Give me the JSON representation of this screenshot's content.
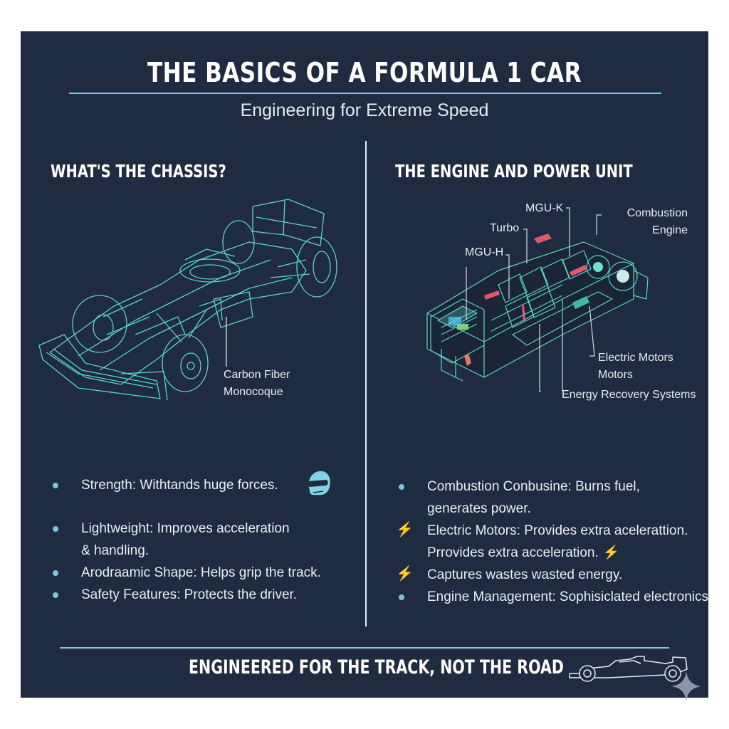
{
  "header": {
    "title": "THE BASICS OF A FORMULA 1 CAR",
    "subtitle": "Engineering for Extreme Speed"
  },
  "colors": {
    "background": "#1f2b40",
    "accent_line": "#7fc3dc",
    "blueprint_cyan": "#5fd3c6",
    "text": "#ffffff"
  },
  "chassis": {
    "heading": "WHAT'S THE CHASSIS?",
    "callout_line1": "Carbon Fiber",
    "callout_line2": "Monocoque",
    "items": [
      {
        "text": "Strength: Withtands huge forces.",
        "bullet": "dot"
      },
      {
        "text": "Lightweight: Improves acceleration & handling.",
        "line1": "Lightweight: Improves acceleration",
        "line2": "& handling.",
        "bullet": "dot"
      },
      {
        "text": "Arodraamic Shape: Helps grip the track.",
        "bullet": "dot"
      },
      {
        "text": "Safety Features: Protects the driver.",
        "bullet": "dot"
      }
    ],
    "icon": "helmet-icon"
  },
  "engine": {
    "heading": "THE ENGINE AND POWER UNIT",
    "callouts": {
      "mgu_k": "MGU-K",
      "turbo": "Turbo",
      "mgu_h": "MGU-H",
      "combustion_line1": "Combustion",
      "combustion_line2": "Engine",
      "electric_line1": "Electric Motors",
      "electric_line2": "Motors",
      "ers": "Energy Recovery Systems"
    },
    "items": [
      {
        "line1": "Combustion Conbusine: Burns fuel,",
        "line2": "generates power.",
        "bullet": "dot"
      },
      {
        "line1": "Electric Motors: Provides extra acelerattion.",
        "line2": "Prrovides extra acceleration.",
        "bullet": "bolt"
      },
      {
        "line1": "Captures wastes wasted energy.",
        "bullet": "bolt"
      },
      {
        "line1": "Engine Management: Sophisiclated electronics",
        "bullet": "dot"
      }
    ]
  },
  "footer": {
    "tagline": "ENGINEERED FOR THE TRACK, NOT THE ROAD",
    "icon": "f1-car-icon"
  }
}
